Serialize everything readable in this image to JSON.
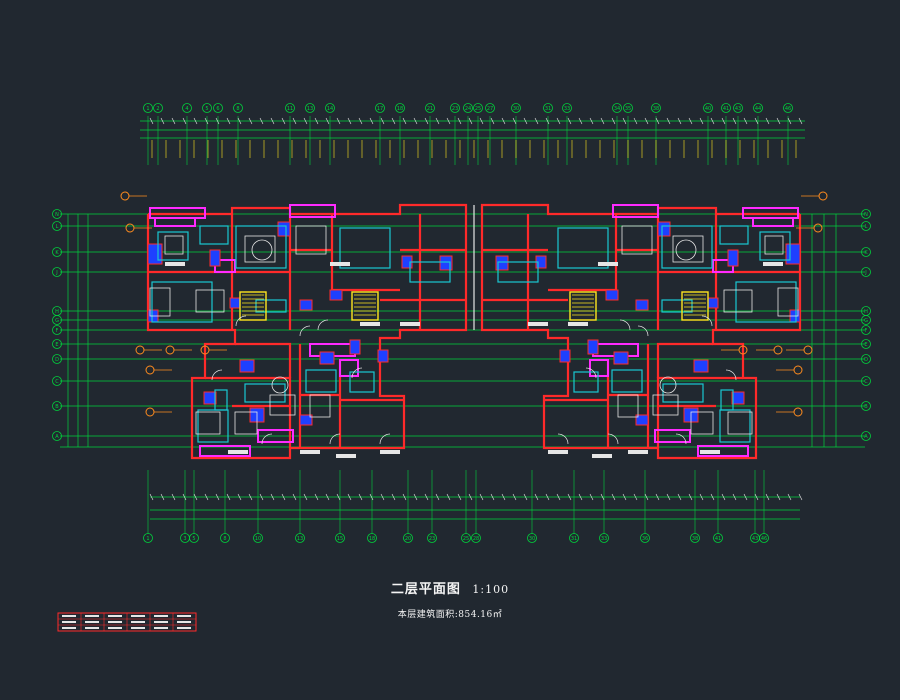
{
  "drawing": {
    "title": "二层平面图",
    "scale": "1:100",
    "area_label": "本层建筑面积:",
    "area_value": "854.16㎡"
  },
  "grid_columns_top": [
    "1",
    "2",
    "4",
    "5",
    "6",
    "8",
    "11",
    "13",
    "14",
    "17",
    "18",
    "21",
    "23",
    "24",
    "25",
    "27",
    "30",
    "31",
    "33",
    "34",
    "35",
    "38",
    "40",
    "41",
    "43",
    "44",
    "46"
  ],
  "grid_columns_bottom": [
    "1",
    "3",
    "5",
    "8",
    "10",
    "13",
    "15",
    "18",
    "20",
    "23",
    "25",
    "28",
    "30",
    "31",
    "33",
    "36",
    "38",
    "41",
    "43",
    "46"
  ],
  "grid_rows": [
    "N",
    "L",
    "K",
    "J",
    "H",
    "G",
    "F",
    "E",
    "D",
    "C",
    "B",
    "A"
  ],
  "colors": {
    "background": "#212830",
    "grid_line": "#00d23c",
    "wall_red": "#ff2a2a",
    "wall_magenta": "#ff2aff",
    "blue_fill": "#1e40ff",
    "cyan": "#19c8d2",
    "yellow": "#ffe61e",
    "white_line": "#e6e6e6",
    "callout": "#ff8c1e"
  }
}
